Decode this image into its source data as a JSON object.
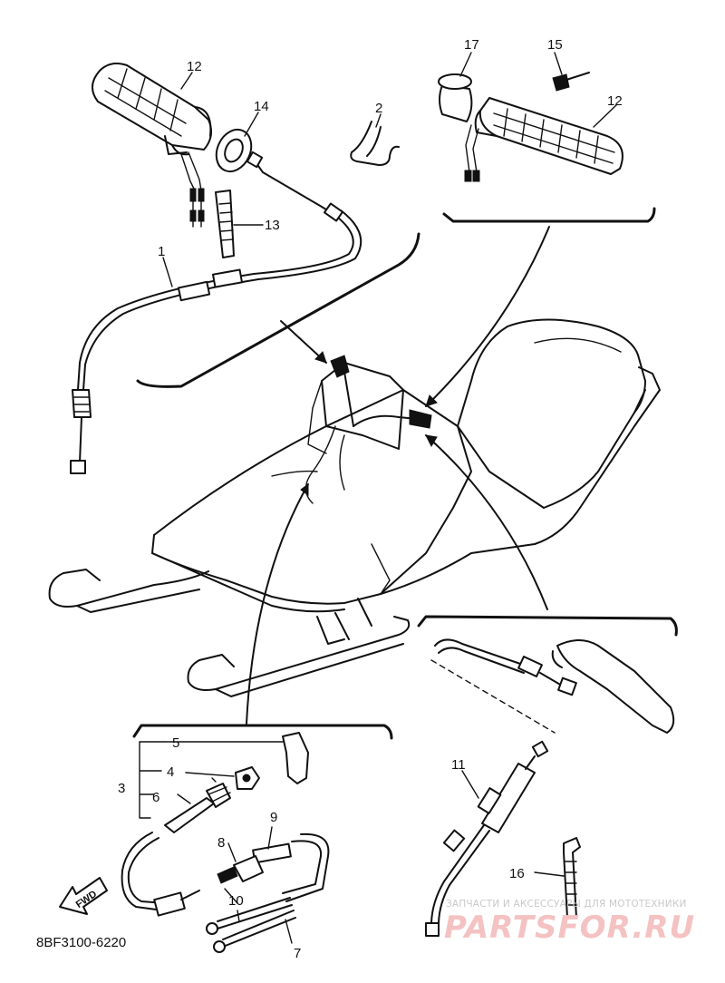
{
  "diagram": {
    "code": "8BF3100-6220",
    "fwd_label": "FWD",
    "callouts": {
      "c1": "1",
      "c2": "2",
      "c3": "3",
      "c4": "4",
      "c5": "5",
      "c6": "6",
      "c7": "7",
      "c8": "8",
      "c9": "9",
      "c10": "10",
      "c11": "11",
      "c12a": "12",
      "c12b": "12",
      "c13": "13",
      "c14": "14",
      "c15": "15",
      "c16": "16",
      "c17": "17"
    }
  },
  "watermark": {
    "top_text": "ЗАПЧАСТИ И АКСЕССУАРЫ ДЛЯ МОТОТЕХНИКИ",
    "brand": "PARTSFOR.RU"
  }
}
